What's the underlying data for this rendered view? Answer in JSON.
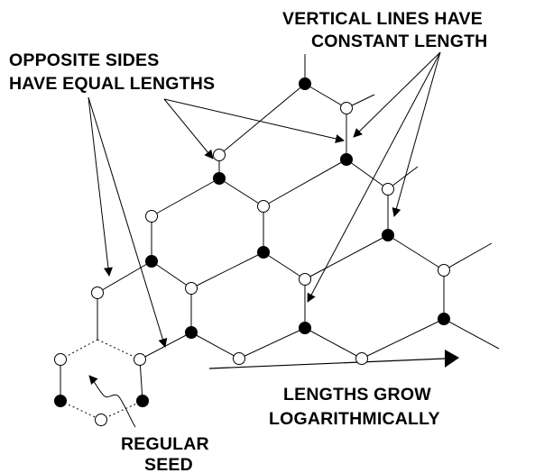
{
  "labels": {
    "vertical_line1": "VERTICAL LINES HAVE",
    "vertical_line2": "CONSTANT LENGTH",
    "opposite_line1": "OPPOSITE SIDES",
    "opposite_line2": "HAVE EQUAL LENGTHS",
    "grow_line1": "LENGTHS GROW",
    "grow_line2": "LOGARITHMICALLY",
    "seed_line1": "REGULAR",
    "seed_line2": "SEED"
  },
  "colors": {
    "ink": "#000000",
    "background": "#ffffff",
    "open_node_fill": "#ffffff",
    "filled_node_fill": "#000000"
  }
}
